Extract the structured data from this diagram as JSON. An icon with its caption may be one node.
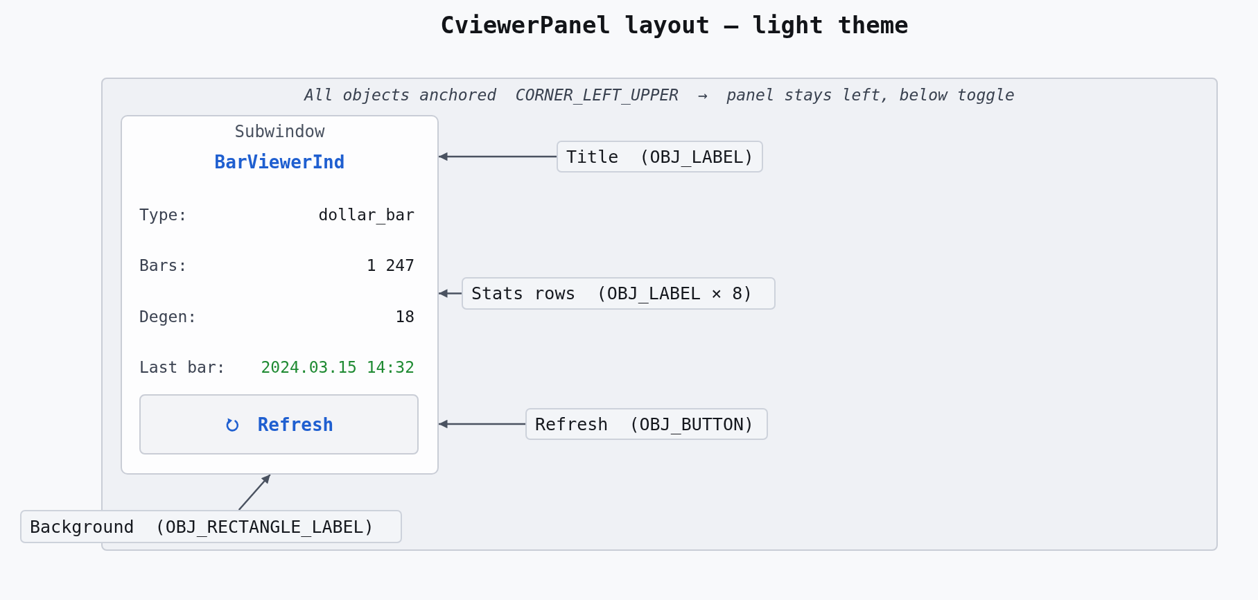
{
  "diagram": {
    "title": "CviewerPanel layout — light theme",
    "nodes": [
      {
        "text": [
          "All objects anchored  CORNER_LEFT_UPPER  →  panel stays left, below toggle"
        ]
      },
      {
        "text": [
          "Subwindow",
          "BarViewerInd",
          "Type:",
          "dollar_bar",
          "Bars:",
          "1 247",
          "Degen:",
          "18",
          "Last bar:",
          "2024.03.15 14:32"
        ],
        "in": 0
      },
      {
        "text": [
          "Refresh"
        ],
        "in": 1
      },
      {
        "text": [
          "Title  (OBJ_LABEL)"
        ],
        "in": 0
      },
      {
        "text": [
          "Stats rows  (OBJ_LABEL × 8)"
        ],
        "in": 0
      },
      {
        "text": [
          "Refresh  (OBJ_BUTTON)"
        ],
        "in": 0
      },
      {
        "text": [
          "Background  (OBJ_RECTANGLE_LABEL)"
        ]
      }
    ],
    "edges": [
      {
        "from": 3,
        "to": 1,
        "arrow": "to"
      },
      {
        "from": 4,
        "to": 1,
        "arrow": "to"
      },
      {
        "from": 5,
        "to": 1,
        "arrow": "to"
      },
      {
        "from": 6,
        "to": 1,
        "arrow": "to"
      }
    ]
  }
}
